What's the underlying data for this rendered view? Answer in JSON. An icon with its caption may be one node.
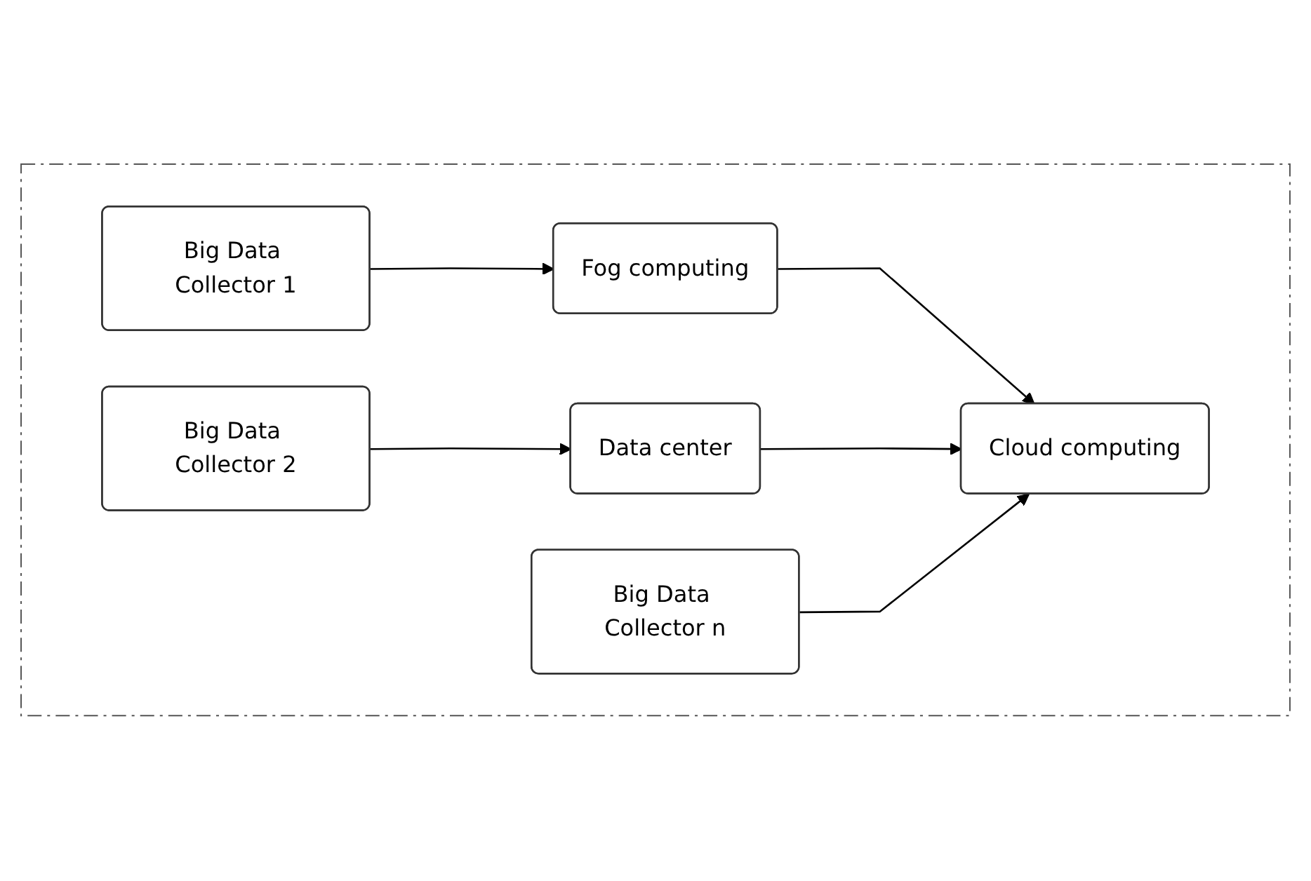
{
  "diagram": {
    "nodes": [
      {
        "text": [],
        "shape": "box"
      },
      {
        "text": [
          "Big Data Collector 1"
        ],
        "in": 0
      },
      {
        "text": [
          "Fog computing"
        ],
        "in": 0
      },
      {
        "text": [
          "Big Data Collector 2"
        ],
        "in": 0
      },
      {
        "text": [
          "Data center"
        ],
        "in": 0
      },
      {
        "text": [
          "Cloud computing"
        ],
        "in": 0
      },
      {
        "text": [
          "Big Data Collector n"
        ],
        "in": 0
      }
    ],
    "edges": [
      {
        "from": 1,
        "to": 2,
        "arrow": "to"
      },
      {
        "from": 2,
        "to": 5,
        "arrow": "to"
      },
      {
        "from": 3,
        "to": 4,
        "arrow": "to"
      },
      {
        "from": 4,
        "to": 5,
        "arrow": "to"
      },
      {
        "from": 6,
        "to": 5,
        "arrow": "to"
      }
    ]
  }
}
